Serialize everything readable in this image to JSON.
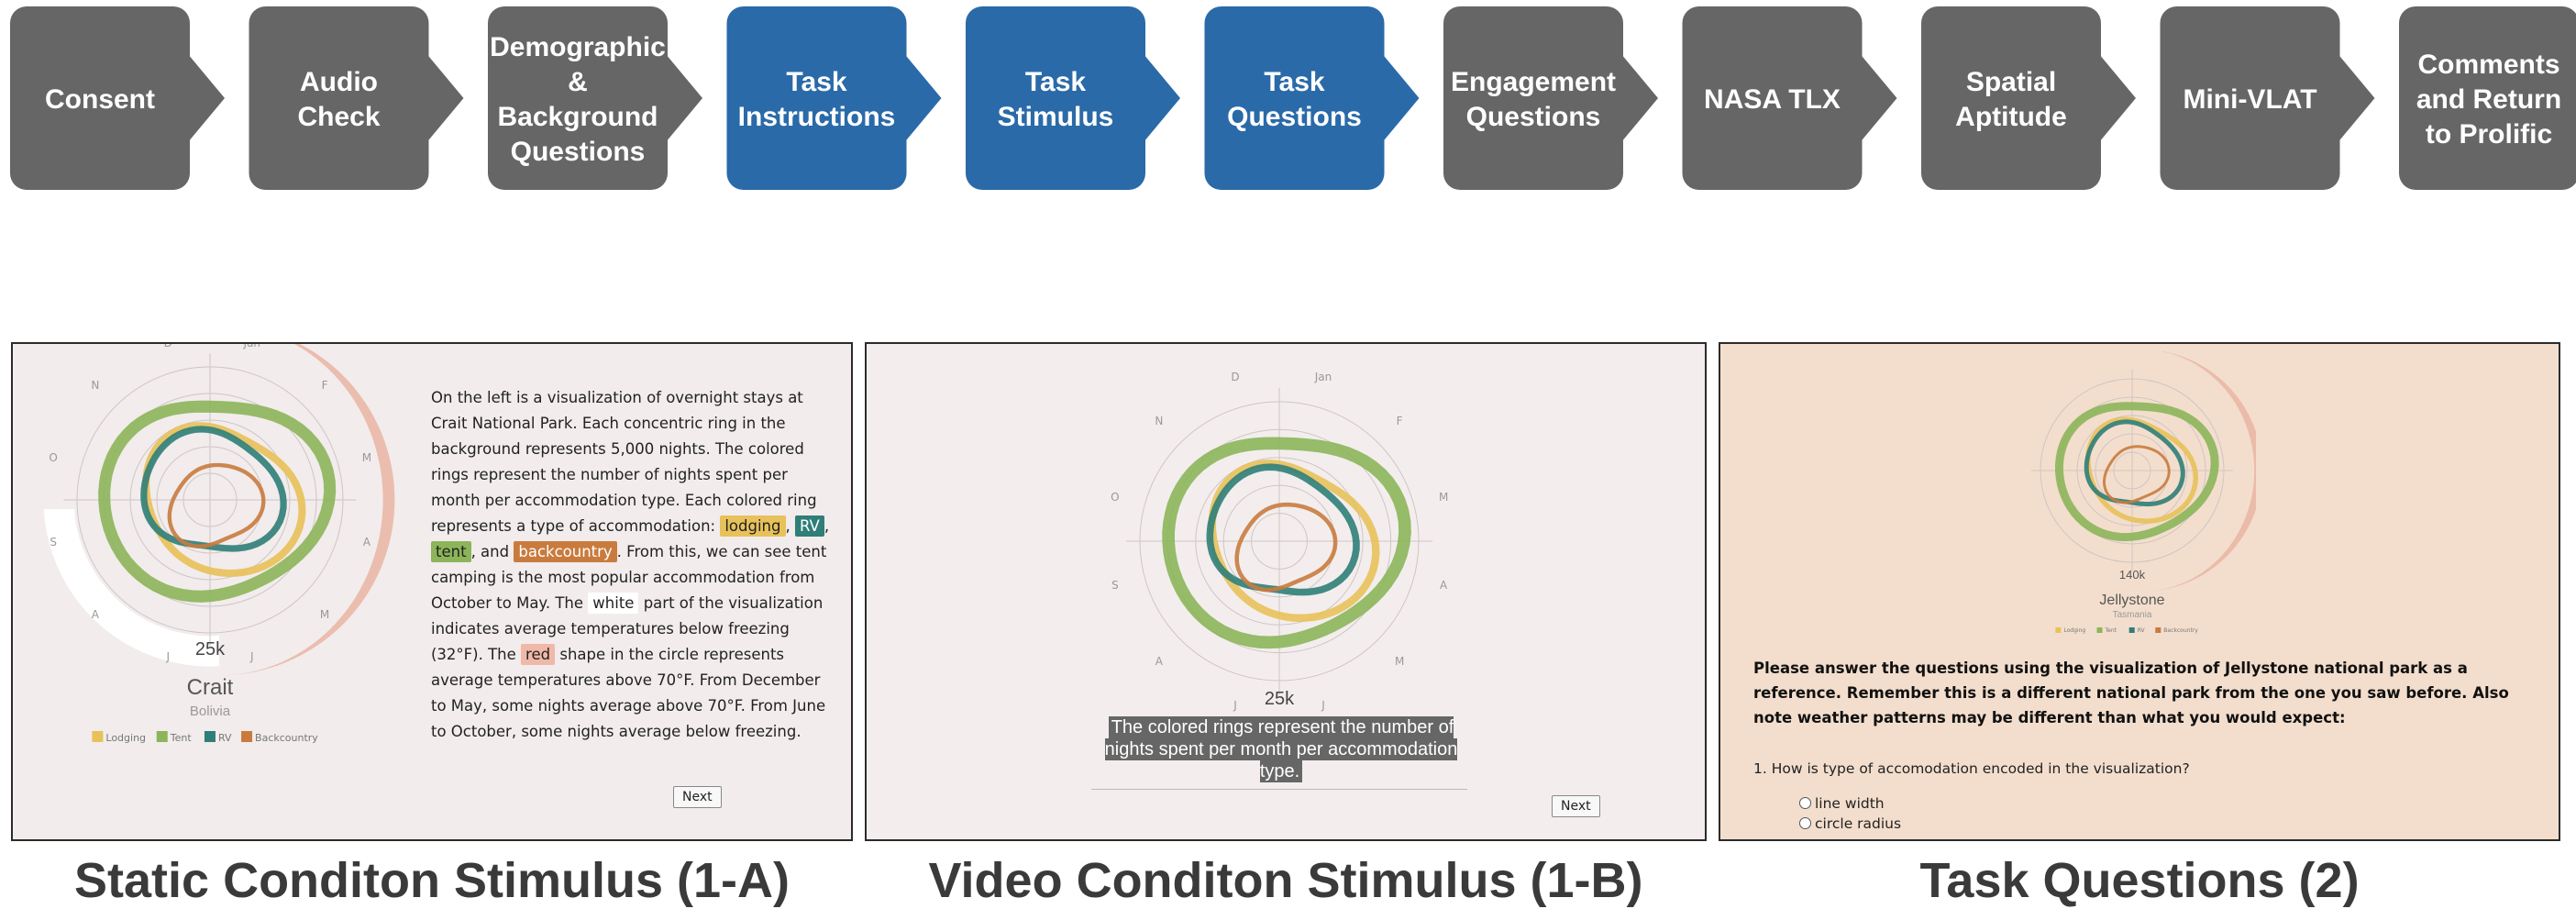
{
  "flow": {
    "steps": [
      {
        "lines": [
          "Consent"
        ],
        "active": false
      },
      {
        "lines": [
          "Audio",
          "Check"
        ],
        "active": false
      },
      {
        "lines": [
          "Demographic",
          "&",
          "Background",
          "Questions"
        ],
        "active": false
      },
      {
        "lines": [
          "Task",
          "Instructions"
        ],
        "active": true
      },
      {
        "lines": [
          "Task",
          "Stimulus"
        ],
        "active": true
      },
      {
        "lines": [
          "Task",
          "Questions"
        ],
        "active": true
      },
      {
        "lines": [
          "Engagement",
          "Questions"
        ],
        "active": false
      },
      {
        "lines": [
          "NASA TLX"
        ],
        "active": false
      },
      {
        "lines": [
          "Spatial",
          "Aptitude"
        ],
        "active": false
      },
      {
        "lines": [
          "Mini-VLAT"
        ],
        "active": false
      },
      {
        "lines": [
          "Comments",
          "and Return",
          "to Prolific"
        ],
        "active": false
      }
    ],
    "colors": {
      "inactive": "#666666",
      "active": "#2a6aa8"
    }
  },
  "panel_a": {
    "month_labels": [
      "D",
      "Jan",
      "F",
      "M",
      "A",
      "M",
      "J",
      "J",
      "A",
      "S",
      "O",
      "N"
    ],
    "ring_value": "25k",
    "park_name": "Crait",
    "park_location": "Bolivia",
    "legend": [
      "Lodging",
      "Tent",
      "RV",
      "Backcountry"
    ],
    "text_1": "On the left is a visualization of overnight stays at Crait National Park. Each concentric ring in the background represents 5,000 nights. The colored rings represent the number of nights spent per month per accommodation type. Each colored ring represents a type of accommodation:",
    "hl_lodging": "lodging",
    "hl_rv": "RV",
    "hl_tent": "tent",
    "and_word": ", and",
    "hl_backcountry": "backcountry",
    "text_2": ". From this, we can see tent camping is the most popular accommodation from October to May. The",
    "hl_white": "white",
    "text_3": "part of the visualization indicates average temperatures below freezing (32°F). The",
    "hl_red": "red",
    "text_4": "shape in the circle represents average temperatures above 70°F. From December to May, some nights average above 70°F. From June to October, some nights average below freezing.",
    "next_label": "Next"
  },
  "panel_b": {
    "month_labels": [
      "D",
      "Jan",
      "F",
      "M",
      "A",
      "M",
      "J",
      "J",
      "A",
      "S",
      "O",
      "N"
    ],
    "ring_value": "25k",
    "subtitle": "The colored rings represent the number of nights spent per month per accommodation type.",
    "next_label": "Next"
  },
  "panel_c": {
    "ring_value": "140k",
    "park_name": "Jellystone",
    "park_location": "Tasmania",
    "legend": [
      "Lodging",
      "Tent",
      "RV",
      "Backcountry"
    ],
    "intro": "Please answer the questions using the visualization of Jellystone national park as a reference. Remember this is a different national park from the one you saw before. Also note weather patterns may be different than what you would expect:",
    "question_1": "1. How is type of accomodation encoded in the visualization?",
    "options": [
      "line width",
      "circle radius"
    ]
  },
  "captions": {
    "a": "Static Conditon Stimulus (1-A)",
    "b": "Video Conditon Stimulus (1-B)",
    "c": "Task Questions (2)"
  },
  "colors": {
    "lodging": "#e8c15a",
    "tent": "#8cb55a",
    "rv": "#2f7e78",
    "backcountry": "#c97b3e",
    "warm": "#e9b5a3"
  }
}
